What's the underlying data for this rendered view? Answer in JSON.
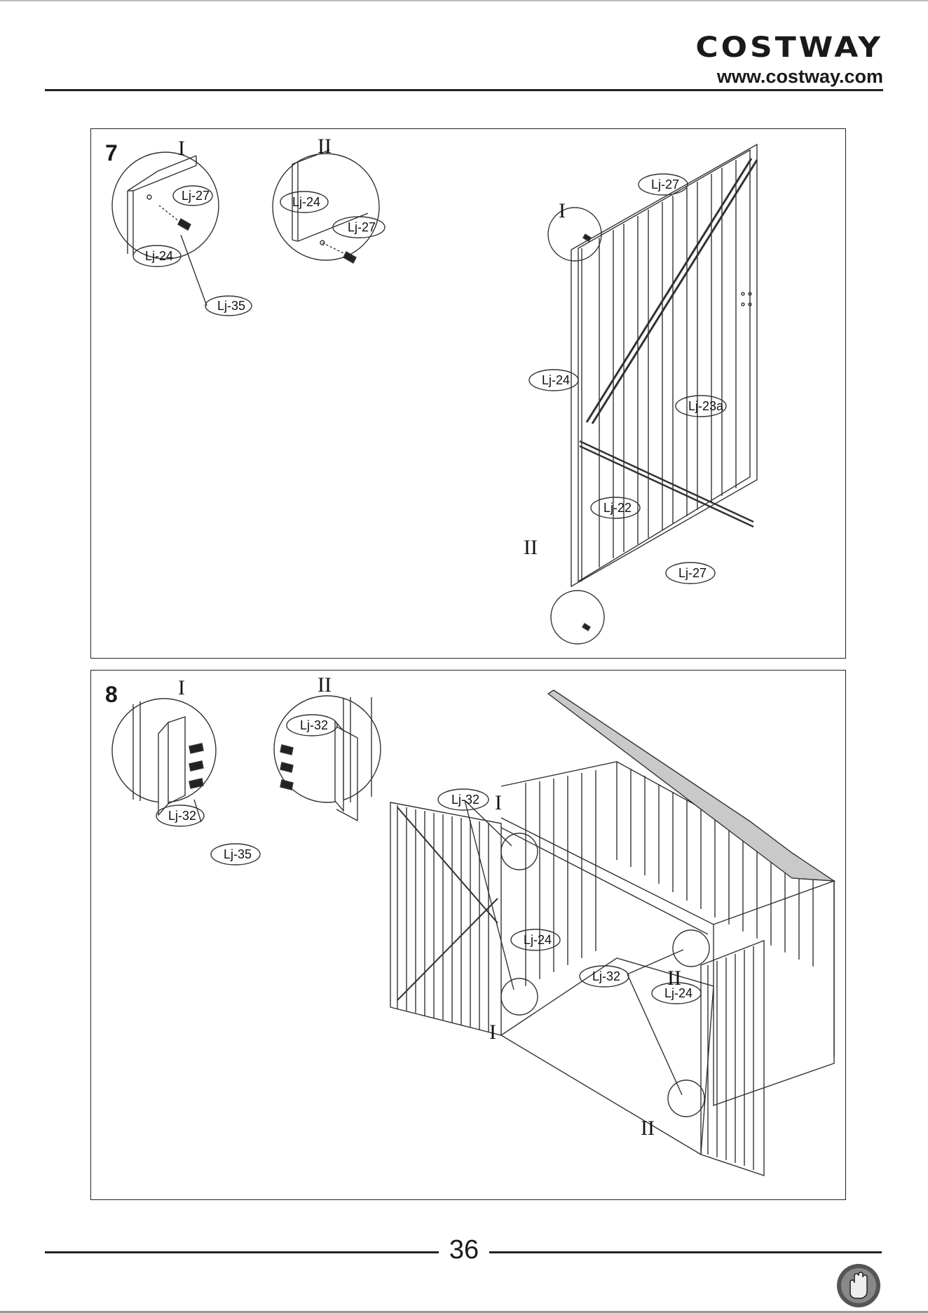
{
  "header": {
    "brand": "COSTWAY",
    "url": "www.costway.com"
  },
  "step7": {
    "number": "7",
    "detail_markers": [
      "I",
      "II"
    ],
    "detail_I_labels": [
      "Lj-27",
      "Lj-24",
      "Lj-35"
    ],
    "detail_II_labels": [
      "Lj-24",
      "Lj-27"
    ],
    "main_labels": [
      "Lj-27",
      "Lj-24",
      "Lj-23a",
      "Lj-22",
      "Lj-27"
    ],
    "main_markers": [
      "I",
      "II"
    ]
  },
  "step8": {
    "number": "8",
    "detail_markers": [
      "I",
      "II"
    ],
    "detail_I_labels": [
      "Lj-32",
      "Lj-35"
    ],
    "detail_II_labels": [
      "Lj-32"
    ],
    "main_labels": [
      "Lj-32",
      "Lj-24",
      "Lj-32",
      "Lj-24"
    ],
    "main_markers": [
      "I",
      "I",
      "II",
      "II"
    ]
  },
  "footer": {
    "page_number": "36",
    "icon": "glove-icon"
  }
}
